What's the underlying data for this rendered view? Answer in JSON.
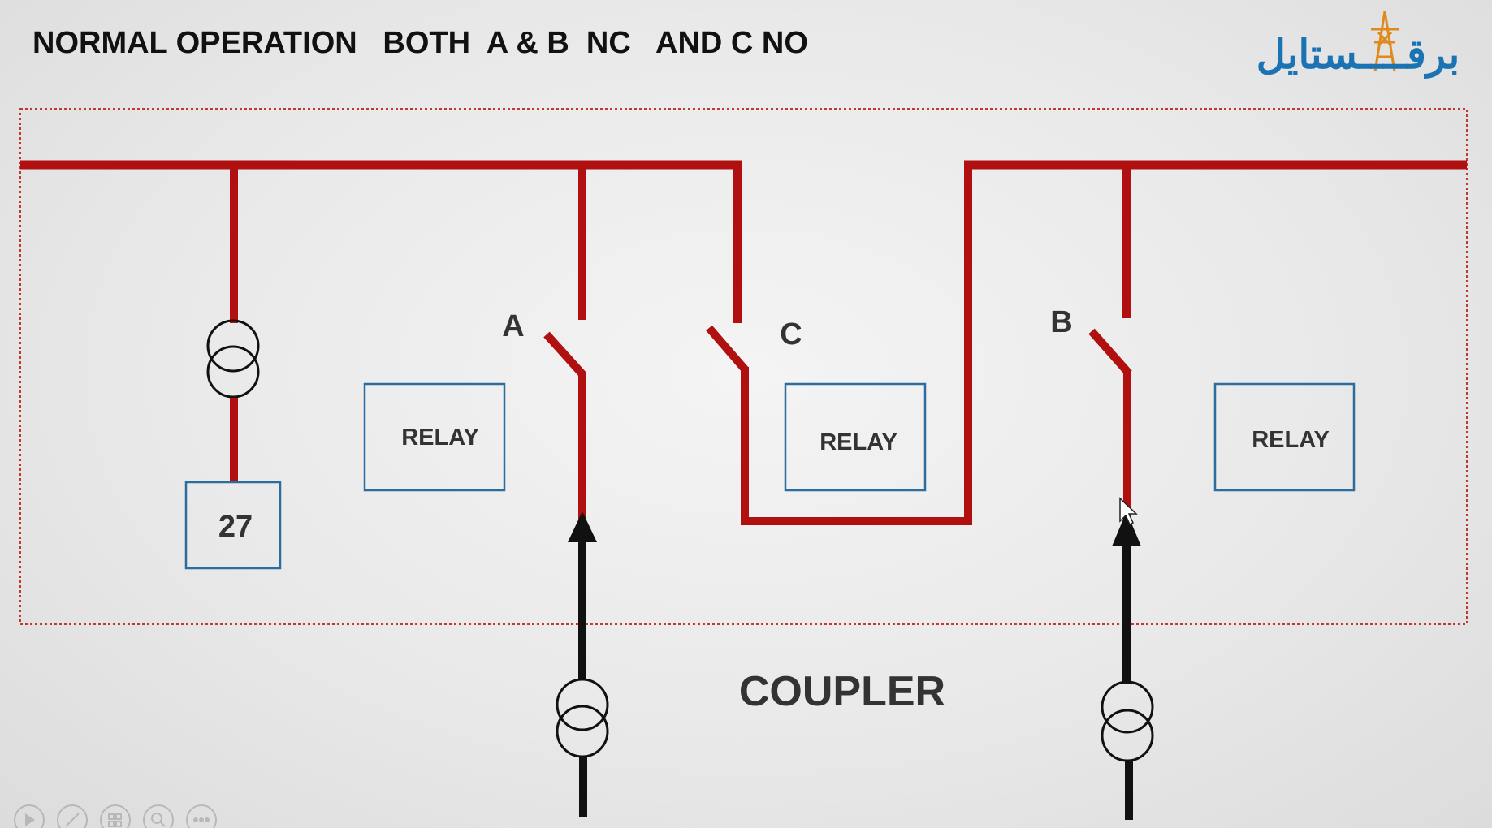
{
  "title": "NORMAL OPERATION   BOTH  A & B  NC   AND C NO",
  "logo_text": "برقــــستایل",
  "labels": {
    "breaker_a": "A",
    "breaker_b": "B",
    "breaker_c": "C",
    "relay_1": "RELAY",
    "relay_2": "RELAY",
    "relay_3": "RELAY",
    "device_27": "27",
    "coupler": "COUPLER"
  },
  "colors": {
    "bus": "#b01010",
    "feeder": "#111111",
    "box_border": "#2a6d9e",
    "panel_border": "#c0392b",
    "logo_blue": "#1b73b3",
    "logo_orange": "#e08a1e"
  },
  "icons": [
    "slideshow-play-icon",
    "pen-icon",
    "slides-grid-icon",
    "zoom-icon",
    "more-icon"
  ]
}
